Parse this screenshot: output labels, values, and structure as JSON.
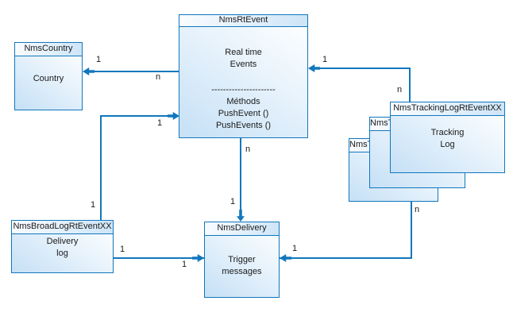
{
  "diagram": {
    "type": "uml-class-diagram",
    "colors": {
      "line": "#1177bd",
      "box_fill_dark": "#c5e0f6",
      "box_fill_light": "#ffffff",
      "text": "#1a1a1a",
      "background": "#ffffff"
    },
    "nodes": {
      "rtevent": {
        "title": "NmsRtEvent",
        "line1": "Real time",
        "line2": "Events",
        "separator": "----------------------",
        "m1": "Méthods",
        "m2": "PushEvent ()",
        "m3": "PushEvents ()"
      },
      "country": {
        "title": "NmsCountry",
        "line1": "Country"
      },
      "broadlog": {
        "title": "NmsBroadLogRtEventXX",
        "line1": "Delivery",
        "line2": "log"
      },
      "delivery": {
        "title": "NmsDelivery",
        "line1": "Trigger",
        "line2": "messages"
      },
      "tracking_front": {
        "title": "NmsTrackingLogRtEventXX",
        "line1": "Tracking",
        "line2": "Log"
      },
      "tracking_middle": {
        "title": "NmsTrackingLogRtEventXX"
      },
      "tracking_back": {
        "title": "NmsTrackingLogRtEventXX"
      }
    },
    "edges": {
      "rtevent_to_country": {
        "source_mult": "n",
        "target_mult": "1"
      },
      "broadlog_to_rtevent": {
        "source_mult": "1",
        "target_mult": "1"
      },
      "rtevent_to_delivery": {
        "source_mult": "n",
        "target_mult": "1"
      },
      "trackinglog_to_rtevent": {
        "source_mult": "n",
        "target_mult": "1"
      },
      "trackinglog_to_delivery": {
        "source_mult": "n",
        "target_mult": "1"
      },
      "broadlog_to_delivery": {
        "source_mult": "1",
        "target_mult": "1"
      }
    }
  }
}
